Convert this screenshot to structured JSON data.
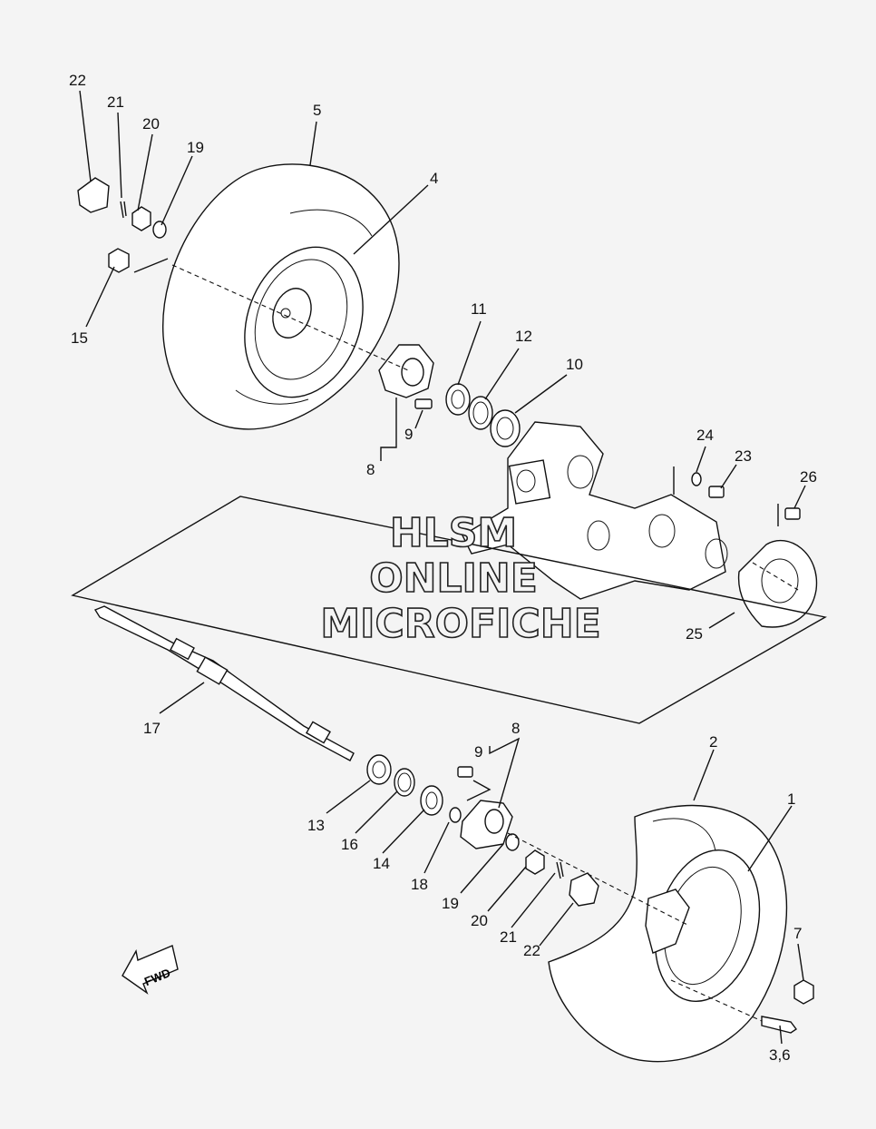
{
  "labels": {
    "p1": "1",
    "p2": "2",
    "p36": "3,6",
    "p4": "4",
    "p5": "5",
    "p7": "7",
    "p8a": "8",
    "p8b": "8",
    "p9a": "9",
    "p9b": "9",
    "p10": "10",
    "p11": "11",
    "p12": "12",
    "p13": "13",
    "p14": "14",
    "p15": "15",
    "p16": "16",
    "p17": "17",
    "p18": "18",
    "p19a": "19",
    "p19b": "19",
    "p20a": "20",
    "p20b": "20",
    "p21a": "21",
    "p21b": "21",
    "p22a": "22",
    "p22b": "22",
    "p23": "23",
    "p24": "24",
    "p25": "25",
    "p26": "26"
  },
  "watermark": {
    "line1": "HLSM",
    "line2": "ONLINE",
    "line3": "MICROFICHE"
  },
  "fwd": {
    "label": "FWD"
  },
  "colors": {
    "background": "#f4f4f4",
    "ink": "#111111"
  }
}
